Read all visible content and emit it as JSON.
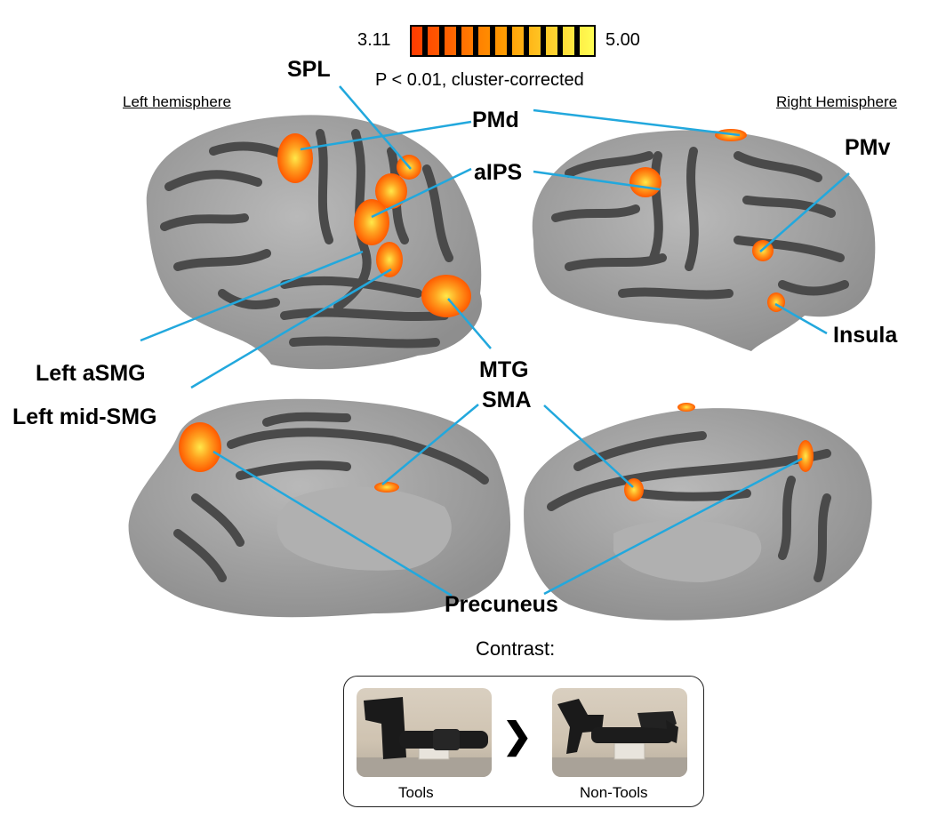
{
  "colorbar": {
    "min_label": "3.11",
    "max_label": "5.00",
    "gradient_from": "#ff3300",
    "gradient_to": "#ffff44"
  },
  "threshold_text": "P < 0.01, cluster-corrected",
  "hemispheres": {
    "left": "Left hemisphere",
    "right": "Right Hemisphere"
  },
  "labels": {
    "spl": "SPL",
    "pmd": "PMd",
    "aips": "aIPS",
    "pmv": "PMv",
    "insula": "Insula",
    "left_asmg": "Left aSMG",
    "left_midsmg": "Left mid-SMG",
    "mtg": "MTG",
    "sma": "SMA",
    "precuneus": "Precuneus"
  },
  "contrast": {
    "title": "Contrast:",
    "left_caption": "Tools",
    "right_caption": "Non-Tools",
    "arrow_glyph": "❯"
  },
  "colors": {
    "leader_line": "#22a8dd",
    "cortex_light": "#a6a6a6",
    "cortex_dark": "#4a4a4a",
    "activation": "#ff8a1a"
  }
}
